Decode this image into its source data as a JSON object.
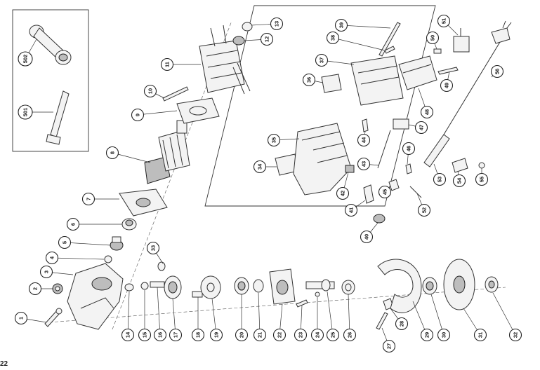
{
  "page_code": "22",
  "callouts": [
    "1",
    "2",
    "3",
    "4",
    "5",
    "6",
    "7",
    "8",
    "9",
    "10",
    "11",
    "12",
    "13",
    "14",
    "15",
    "16",
    "17",
    "18",
    "19",
    "20",
    "21",
    "22",
    "23",
    "24",
    "25",
    "26",
    "27",
    "28",
    "29",
    "30",
    "31",
    "32",
    "33",
    "34",
    "35",
    "36",
    "37",
    "38",
    "39",
    "40",
    "41",
    "42",
    "43",
    "44",
    "45",
    "46",
    "47",
    "48",
    "49",
    "50",
    "51",
    "52",
    "53",
    "54",
    "55",
    "56",
    "501",
    "502"
  ]
}
